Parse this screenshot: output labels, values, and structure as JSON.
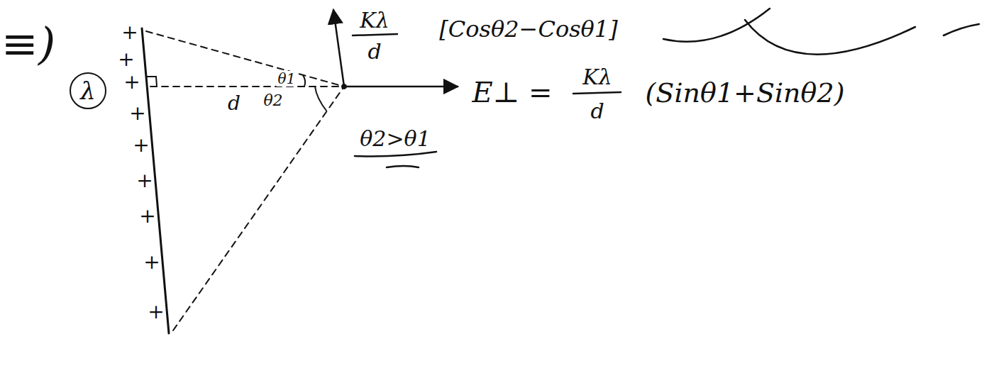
{
  "diagram": {
    "nodes": [
      {
        "text": [
          "λ"
        ]
      }
    ],
    "labels": [
      "≡)",
      "+",
      "+",
      "+",
      "+",
      "+",
      "+",
      "+",
      "+",
      "+",
      "θ1",
      "d",
      "θ2",
      "Kλ",
      "d",
      "[Cosθ2−Cosθ1]",
      "E⊥ =",
      "Kλ",
      "d",
      "(Sinθ1+Sinθ2)",
      "θ2>θ1"
    ]
  }
}
